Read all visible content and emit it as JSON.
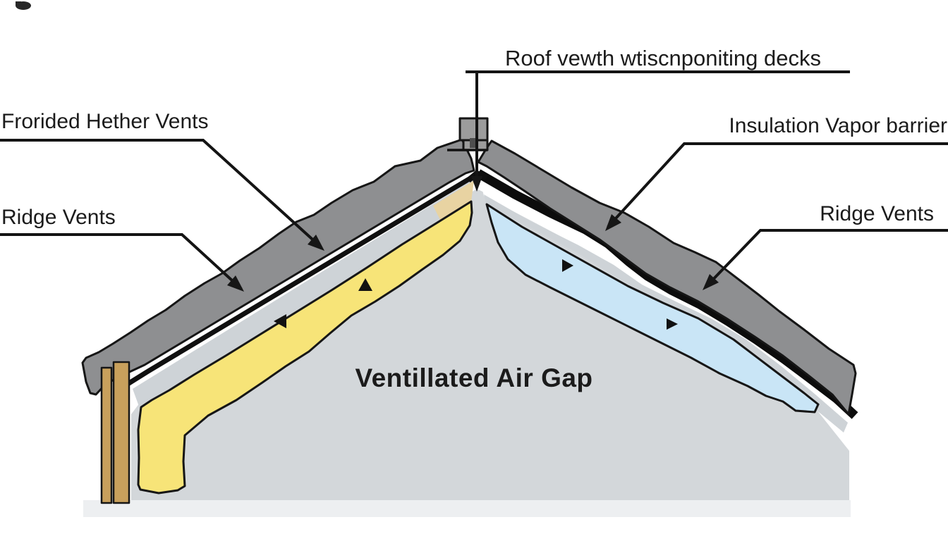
{
  "labels": {
    "roof_deck_top": "Roof vewth wtiscnponiting decks",
    "left_upper": "Frorided Hether Vents",
    "left_lower": "Ridge Vents",
    "right_upper": "Insulation Vapor barrier",
    "right_lower": "Ridge Vents",
    "center": "Ventillated Air Gap"
  },
  "colors": {
    "outline": "#161616",
    "roof_deck": "#8e8f91",
    "ridge_cap": "#9c9c9c",
    "ridge_cap_slot": "#4e4e4e",
    "air_channel": "#ced3d7",
    "insulation_left": "#f7e478",
    "insulation_right": "#c9e5f6",
    "interior": "#d3d7da",
    "floor": "#edeff1",
    "stud": "#c8a05c",
    "ridge_tan": "#e8d3a2",
    "white_strip": "#ffffff"
  }
}
